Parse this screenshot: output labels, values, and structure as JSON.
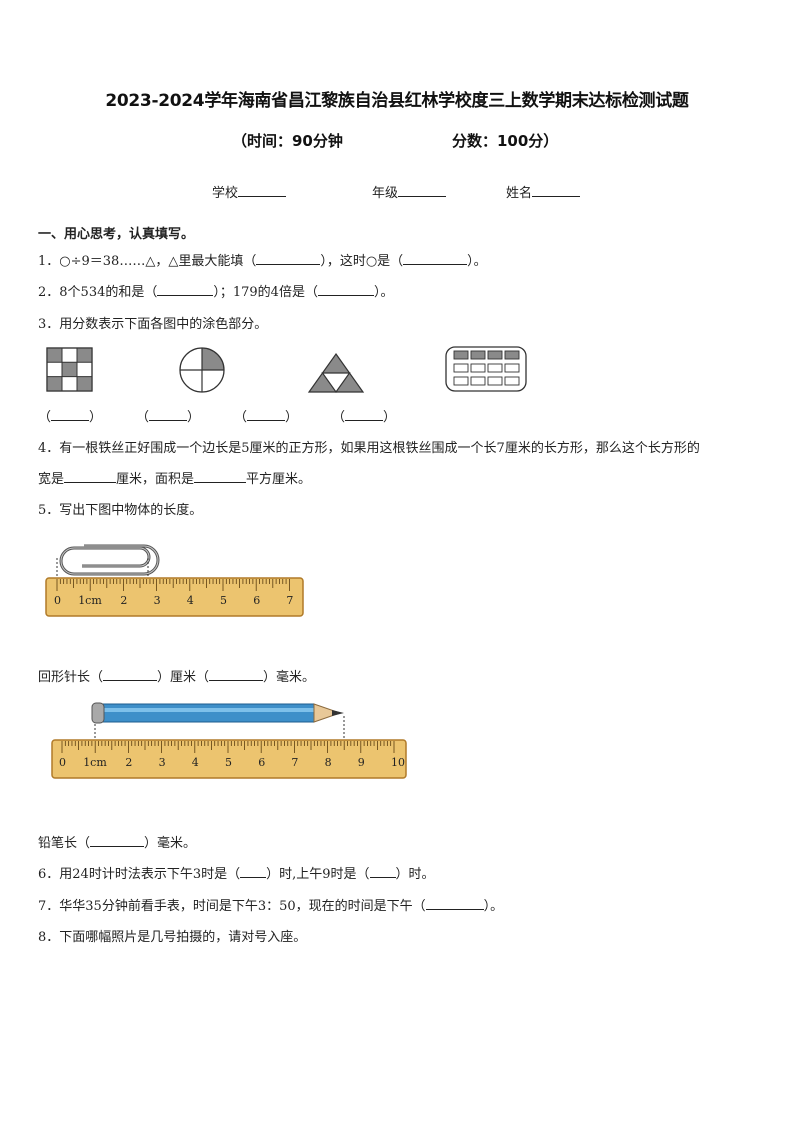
{
  "header": {
    "title": "2023-2024学年海南省昌江黎族自治县红林学校度三上数学期末达标检测试题",
    "time": "（时间：90分钟",
    "score": "分数：100分）"
  },
  "info": {
    "school_label": "学校",
    "grade_label": "年级",
    "name_label": "姓名"
  },
  "section1": "一、用心思考，认真填写。",
  "questions": {
    "q1_pre": "1．○÷9＝38……△，△里最大能填（",
    "q1_mid": "），这时○是（",
    "q1_end": "）。",
    "q2_pre": "2．8个534的和是（",
    "q2_mid": "）；179的4倍是（",
    "q2_end": "）。",
    "q3": "3．用分数表示下面各图中的涂色部分。",
    "q3_paren_open": "（",
    "q3_paren_close": "）",
    "q4_line1": "4．有一根铁丝正好围成一个边长是5厘米的正方形，如果用这根铁丝围成一个长7厘米的长方形，那么这个长方形的",
    "q4_l2_a": "宽是",
    "q4_l2_b": "厘米，面积是",
    "q4_l2_c": "平方厘米。",
    "q5": "5．写出下图中物体的长度。",
    "clip_pre": "回形针长（",
    "clip_mid": "）厘米（",
    "clip_end": "）毫米。",
    "pencil_pre": "铅笔长（",
    "pencil_end": "）毫米。",
    "q6_pre": "6．用24时计时法表示下午3时是（",
    "q6_mid": "）时,上午9时是（",
    "q6_end": "）时。",
    "q7_pre": "7．华华35分钟前看手表，时间是下午3：50，现在的时间是下午（",
    "q7_end": "）。",
    "q8": "8．下面哪幅照片是几号拍摄的，请对号入座。"
  },
  "ruler1": {
    "labels": [
      "0",
      "1cm",
      "2",
      "3",
      "4",
      "5",
      "6",
      "7"
    ]
  },
  "ruler2": {
    "labels": [
      "0",
      "1cm",
      "2",
      "3",
      "4",
      "5",
      "6",
      "7",
      "8",
      "9",
      "10"
    ]
  },
  "colors": {
    "ruler_fill": "#ecc46f",
    "ruler_edge": "#b07a28",
    "pencil_body": "#3e8fc9"
  }
}
